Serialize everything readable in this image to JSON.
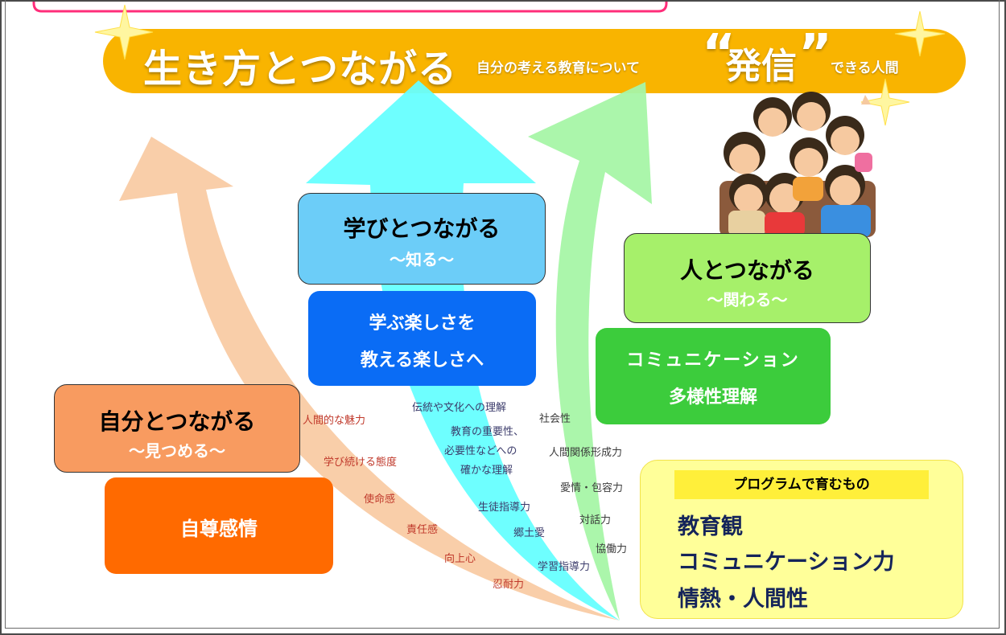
{
  "banner": {
    "main": "生き方とつながる",
    "sub_before": "自分の考える教育について",
    "emphasis": "発信",
    "sub_after": "できる人間"
  },
  "self": {
    "title": "自分とつながる",
    "subtitle": "～見つめる～",
    "foundation": "自尊感情",
    "qualities": [
      "人間的な魅力",
      "学び続ける態度",
      "使命感",
      "責任感",
      "向上心",
      "忍耐力"
    ]
  },
  "learning": {
    "title": "学びとつながる",
    "subtitle": "～知る～",
    "foundation_line1": "学ぶ楽しさを",
    "foundation_line2": "教える楽しさへ",
    "qualities": [
      "伝統や文化への理解",
      "教育の重要性、",
      "必要性などへの",
      "確かな理解",
      "生徒指導力",
      "郷土愛",
      "学習指導力"
    ]
  },
  "people": {
    "title": "人とつながる",
    "subtitle": "～関わる～",
    "foundation_line1": "コミュニケーション",
    "foundation_line2": "多様性理解",
    "qualities": [
      "社会性",
      "人間関係形成力",
      "愛情・包容力",
      "対話力",
      "協働力"
    ]
  },
  "program": {
    "heading": "プログラムで育むもの",
    "items": [
      "教育観",
      "コミュニケーション力",
      "情熱・人間性"
    ]
  },
  "colors": {
    "banner": "#f9b400",
    "orange_arrow": "#f8c9a0",
    "cyan_arrow": "#66ffff",
    "green_arrow": "#a6f5a6",
    "self_title_box": "#f89b60",
    "self_foundation_box": "#ff6a00",
    "learning_title_box": "#6ccdf8",
    "learning_foundation_box": "#0a6cf5",
    "people_title_box": "#a6f06a",
    "people_foundation_box": "#3ccc3c",
    "program_box": "#ffff99",
    "program_heading_bg": "#ffef3a",
    "program_text": "#15245a"
  },
  "icons": [
    "sparkle-icon",
    "people-group-icon"
  ]
}
